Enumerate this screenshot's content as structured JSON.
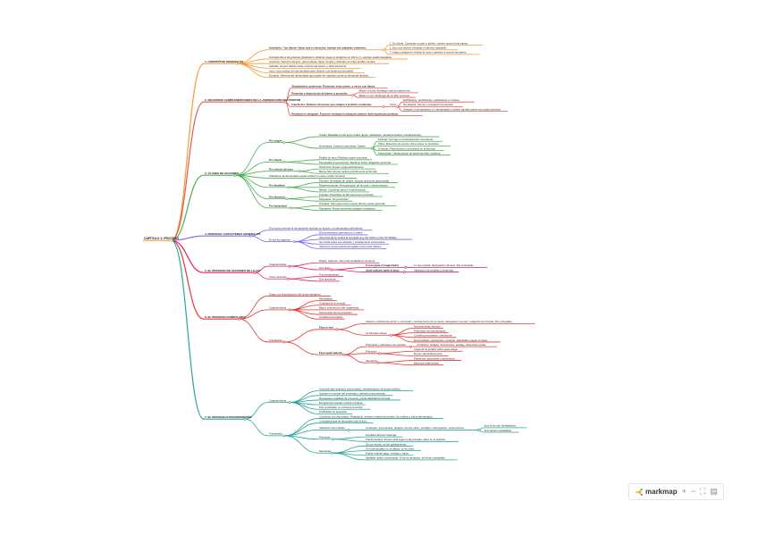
{
  "toolbar": {
    "brand": "markmap",
    "zoom_in": "+",
    "zoom_out": "−",
    "fit": "⛶",
    "toggle": "▤"
  },
  "mindmap": {
    "root": "CAPÍTULO 1: PROCESO",
    "branches": [
      {
        "label": "1. CONCEPTOS GENERALES",
        "color": "#f49b38",
        "children": [
          {
            "label": "Iurisdictio: \"ius dicere\" (decir qué es derecho). Incluye tres palabras solemnes:",
            "bold": true,
            "children": [
              {
                "label": "1. Do (dare): Conceder un juez o árbitro; conferir acción a las partes."
              },
              {
                "label": "2. Dico (ius dicere): Declarar el derecho aplicable."
              },
              {
                "label": "3. Addico (addicere): Atribuir la cosa o derecho a una de las partes."
              }
            ]
          },
          {
            "label": "Corresponde a los pretores (tutelares in urbanos, luego el peregrino en 242 a.C.), aunque puede delegarse."
          },
          {
            "label": "Imperium: Derecho del juez, para ordenar, hacer cumplir y defender el orden jurídico romano."
          },
          {
            "label": "Iudicatio: El juez decide sobre el fondo del asunto y dicta sentencia."
          },
          {
            "label": "Actio: Acto jurídico del demandante para obtener una sentencia favorable."
          },
          {
            "label": "Exceptio: Defensa del demandado que puede ser opuesta contra su demanda (acción)."
          }
        ]
      },
      {
        "label": "2. RECURSOS COMPLEMENTARIOS DE LA JURISDICCIÓN DEL PRETOR",
        "color": "#e05a4f",
        "children": [
          {
            "label": "Stipulationes praetoriae: Promesas entre partes, a veces con fianza.",
            "bold": true
          },
          {
            "label": "Posesión y disposición de bienes y posesión",
            "bold": true,
            "children": [
              {
                "label": "Missio in bona: Embargo total del patrimonio."
              },
              {
                "label": "Missio in rem: Embargo de un bien concreto."
              }
            ]
          },
          {
            "label": "Interdictos: Órdenes del pretor que obligan a prohibir conductas.",
            "bold": true,
            "children": [
              {
                "label": "Tipos",
                "children": [
                  {
                    "label": "Exhibitorios, prohibitorios, restitutorios (o mixtos)."
                  },
                  {
                    "label": "De adquirir, retener o recuperar la posesión."
                  },
                  {
                    "label": "Simples (1 demandante y 1 demandado) y dobles (ambas partes son igual posesión)."
                  }
                ]
              }
            ]
          },
          {
            "label": "Restitutio in integrum: El pretor restituye la situación anterior ante injusticias jurídicas.",
            "bold": true
          }
        ]
      },
      {
        "label": "3. CLASES DE ACCIONES",
        "color": "#4caf50",
        "children": [
          {
            "label": "Por origen",
            "bold": true,
            "children": [
              {
                "label": "Civiles: Basadas en las leyes civiles (leyes, plebiscitos, senadoconsultos, constituciones)."
              },
              {
                "label": "Honorarias: Creación pretoriana. Clases:",
                "children": [
                  {
                    "label": "Ficticias: Se finge un hecho/derecho inexistente."
                  },
                  {
                    "label": "Útiles: Extensión de acción civil a casos no previstos."
                  },
                  {
                    "label": "In factum: Para hechos no previstos en la fórmula."
                  },
                  {
                    "label": "Adyecticias: Transposición de personas (hijo, esclavo)."
                  }
                ]
              }
            ]
          },
          {
            "label": "Por objeto",
            "bold": true,
            "children": [
              {
                "label": "Reales (in rem): Reclamo sobre una cosa."
              },
              {
                "label": "Personales (in personam): Reclamo sobre obligación personal."
              }
            ]
          },
          {
            "label": "Por criterio del juez",
            "bold": true,
            "children": [
              {
                "label": "Stricti iuris: El juez juzga estrictamente."
              },
              {
                "label": "Bonae fidei: El juez aplica estrictamente la fórmula."
              }
            ]
          },
          {
            "label": "Arbitrarias: El demandado puede restituir la cosa y evitar condena."
          },
          {
            "label": "Por finalidad",
            "bold": true,
            "children": [
              {
                "label": "Penales: Derivadas de delitos, buscan una pena (pecuniaria)."
              },
              {
                "label": "Reipersecutorias: Recuperación de la cosa o indemnización."
              },
              {
                "label": "Mixtas: Combinan pena e indemnización."
              }
            ]
          },
          {
            "label": "Por duración",
            "bold": true,
            "children": [
              {
                "label": "Anuales: Prescriben al año (acciones pretorias)."
              },
              {
                "label": "Perpetuas: No prescriben."
              }
            ]
          },
          {
            "label": "Por titularidad",
            "bold": true,
            "children": [
              {
                "label": "Privadas: Solo quien tiene interés directo puede ejercerla."
              },
              {
                "label": "Populares: Puede ejercerlas cualquier ciudadano."
              }
            ]
          }
        ]
      },
      {
        "label": "4. PROCESO: CARACTERES GENERALES",
        "color": "#7b68ee",
        "children": [
          {
            "label": "El proceso permite al demandante ejercitar su acción y al demandado defenderse."
          },
          {
            "label": "En las ley agrarias",
            "children": [
              {
                "label": "El procedimiento germánicos y orales."
              },
              {
                "label": "Otra fórmula se realiza la recogida (Ley del Talión en las XII Tablas)."
              },
              {
                "label": "Se confía sobre sus acuerdo y complemento económicos."
              },
              {
                "label": "Aparecen compensaciones legales para evitar abusos."
              }
            ]
          }
        ]
      },
      {
        "label": "5. EL PROCESO DE ACCIONES DE LA LEY",
        "color": "#e91e63",
        "children": [
          {
            "label": "Características",
            "children": [
              {
                "label": "Rígido, solemne, solo para ciudadanos romanos."
              },
              {
                "label": "Dos fases",
                "children": [
                  {
                    "label": "In iure (ante el magistrado)",
                    "bold": true,
                    "children": [
                      {
                        "label": "Lo que resulta, designación del juez, litis contestatio."
                      }
                    ]
                  },
                  {
                    "label": "Apud iudicem (ante el juez)",
                    "bold": true,
                    "children": [
                      {
                        "label": "Valoración de pruebas y sentencia."
                      }
                    ]
                  }
                ]
              }
            ]
          },
          {
            "label": "Cinco acciones",
            "children": [
              {
                "label": "Tres declarativas."
              },
              {
                "label": "Dos ejecutivas."
              }
            ]
          }
        ]
      },
      {
        "label": "6. EL PROCESO FORMULARIO",
        "color": "#e53935",
        "children": [
          {
            "label": "Surge con la jurisdicción del pretor peregrino."
          },
          {
            "label": "Características",
            "children": [
              {
                "label": "Flexibilidad."
              },
              {
                "label": "Totalidad de la fórmula."
              },
              {
                "label": "Mayor intervención del magistrado."
              },
              {
                "label": "Intervención de la excepción."
              },
              {
                "label": "Condena pecuniaria."
              }
            ]
          },
          {
            "label": "Tramitación",
            "children": [
              {
                "label": "Fase in iure",
                "bold": true,
                "children": [
                  {
                    "label": "Citación, solicitud de acción y concesión, nombramiento de la causa, designación de juez, redacción de fórmula, litis contestatio."
                  },
                  {
                    "label": "La fórmula incluye:",
                    "children": [
                      {
                        "label": "Nombramiento del juez."
                      },
                      {
                        "label": "Pretensión del demandante."
                      },
                      {
                        "label": "Condena pecuniaria o absolución."
                      },
                      {
                        "label": "Demonstratio, praescriptio, exceptio, adiudicatio (según el caso)."
                      }
                    ]
                  }
                ]
              },
              {
                "label": "Fase apud iudicem",
                "bold": true,
                "children": [
                  {
                    "label": "Propuesta y valoración de pruebas:",
                    "children": [
                      {
                        "label": "Confesión, testigos, documentos, peritaje, inspección ocular."
                      }
                    ]
                  },
                  {
                    "label": "Principios",
                    "children": [
                      {
                        "label": "Carga de la prueba sobre quien alega."
                      },
                      {
                        "label": "El juez valora libremente."
                      }
                    ]
                  },
                  {
                    "label": "Sentencia",
                    "children": [
                      {
                        "label": "Puede ser: pecuniaria o absolutoria."
                      },
                      {
                        "label": "Ejecución patrimonial."
                      }
                    ]
                  }
                ]
              }
            ]
          }
        ]
      },
      {
        "label": "7. EL PROCESO EXTRAORDINARIO",
        "color": "#26a69a",
        "children": [
          {
            "label": "Características",
            "children": [
              {
                "label": "Una sola fase ante juez (funcionario), representación del poder público."
              },
              {
                "label": "Justicia en nombre del emperador, derecho burocratizado."
              },
              {
                "label": "Desaparece dualidad de procesos, pierde fiabilidad la fórmula."
              },
              {
                "label": "Excepciones pueden reducir condena."
              },
              {
                "label": "Litis contestatio no consume la acción."
              },
              {
                "label": "Posibilidad de apelación."
              }
            ]
          },
          {
            "label": "Tramitación",
            "children": [
              {
                "label": "Comienza con denuntiatio: Preámbulo, hechos, medios de prueba. Se notifica y cita al demandado."
              },
              {
                "label": "Comparecencia de las partes ante el juez."
              },
              {
                "label": "Valoración de pruebas:",
                "children": [
                  {
                    "label": "Confesión, documentos, testigos (menos valor), peritajes, interrogación, presunciones.",
                    "children": [
                      {
                        "label": "Iuris et de iure (irrebatibles)."
                      },
                      {
                        "label": "Iuris tantum (rebatibles)."
                      }
                    ]
                  }
                ]
              },
              {
                "label": "Principios",
                "children": [
                  {
                    "label": "Impulsión El juez interroga."
                  },
                  {
                    "label": "Puede basarse: El juez está sujeto a las pruebas, salvo en la práctica."
                  }
                ]
              },
              {
                "label": "Sentencia",
                "children": [
                  {
                    "label": "Se por escrito, se lee públicamente."
                  },
                  {
                    "label": "Si el demandado no se allana, no se dicta."
                  },
                  {
                    "label": "Puede ordenar pago, entrega o hacer."
                  },
                  {
                    "label": "Apelable (salvo contumacia). Si se es oposición, se firma y aceptable."
                  }
                ]
              }
            ]
          }
        ]
      }
    ]
  }
}
